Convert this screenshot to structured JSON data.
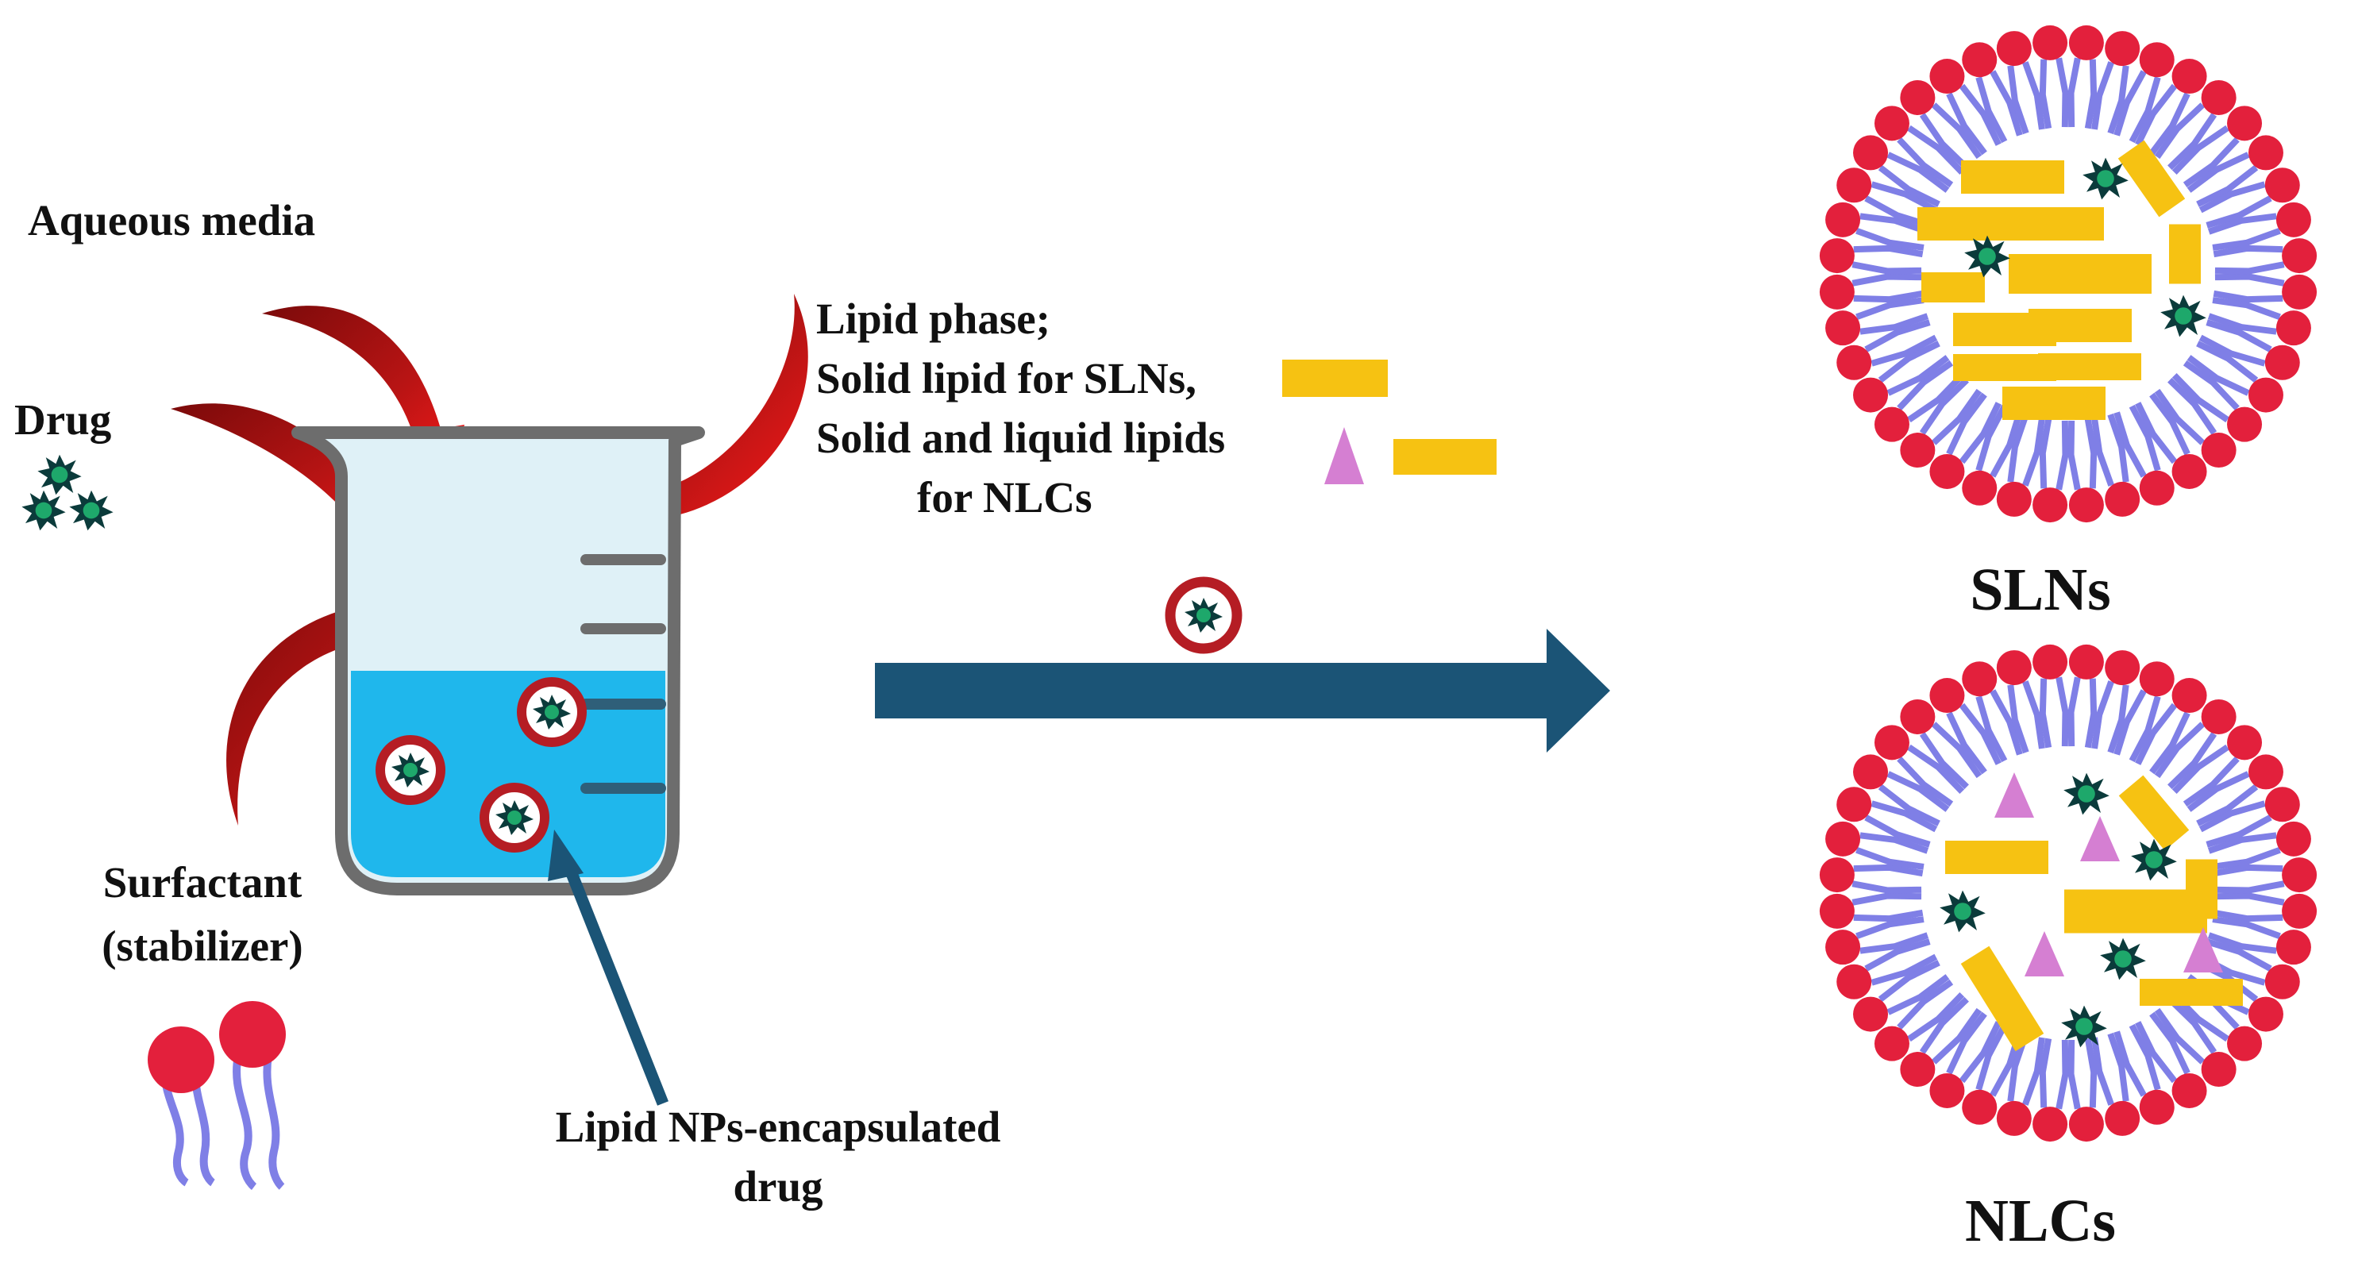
{
  "labels": {
    "aqueous": "Aqueous media",
    "drug": "Drug",
    "surfactant_1": "Surfactant",
    "surfactant_2": "(stabilizer)",
    "lipid_1": "Lipid phase;",
    "lipid_2": "Solid lipid for SLNs,",
    "lipid_3": "Solid and liquid lipids",
    "lipid_4": "for NLCs",
    "encap_1": "Lipid NPs-encapsulated",
    "encap_2": "drug",
    "sln": "SLNs",
    "nlc": "NLCs"
  },
  "icons": {
    "drug": "green-star-drug-icon",
    "surfactant": "phospholipid-icon",
    "solid_lipid": "yellow-bar-icon",
    "liquid_lipid": "pink-triangle-icon",
    "nanoparticle": "red-ring-drug-icon"
  },
  "colors": {
    "curved_arrow": "#b81414",
    "process_arrow": "#1b5476",
    "head": "#e3203c",
    "tail": "#7f7fe6",
    "solid_lipid": "#f6c212",
    "liquid_lipid": "#d57fd2",
    "drug": "#1ea86b",
    "drug_edge": "#0b3b3b",
    "water": "#1fb7ec",
    "beaker_glass": "#dff1f7",
    "beaker_outline": "#6d6d6d"
  }
}
